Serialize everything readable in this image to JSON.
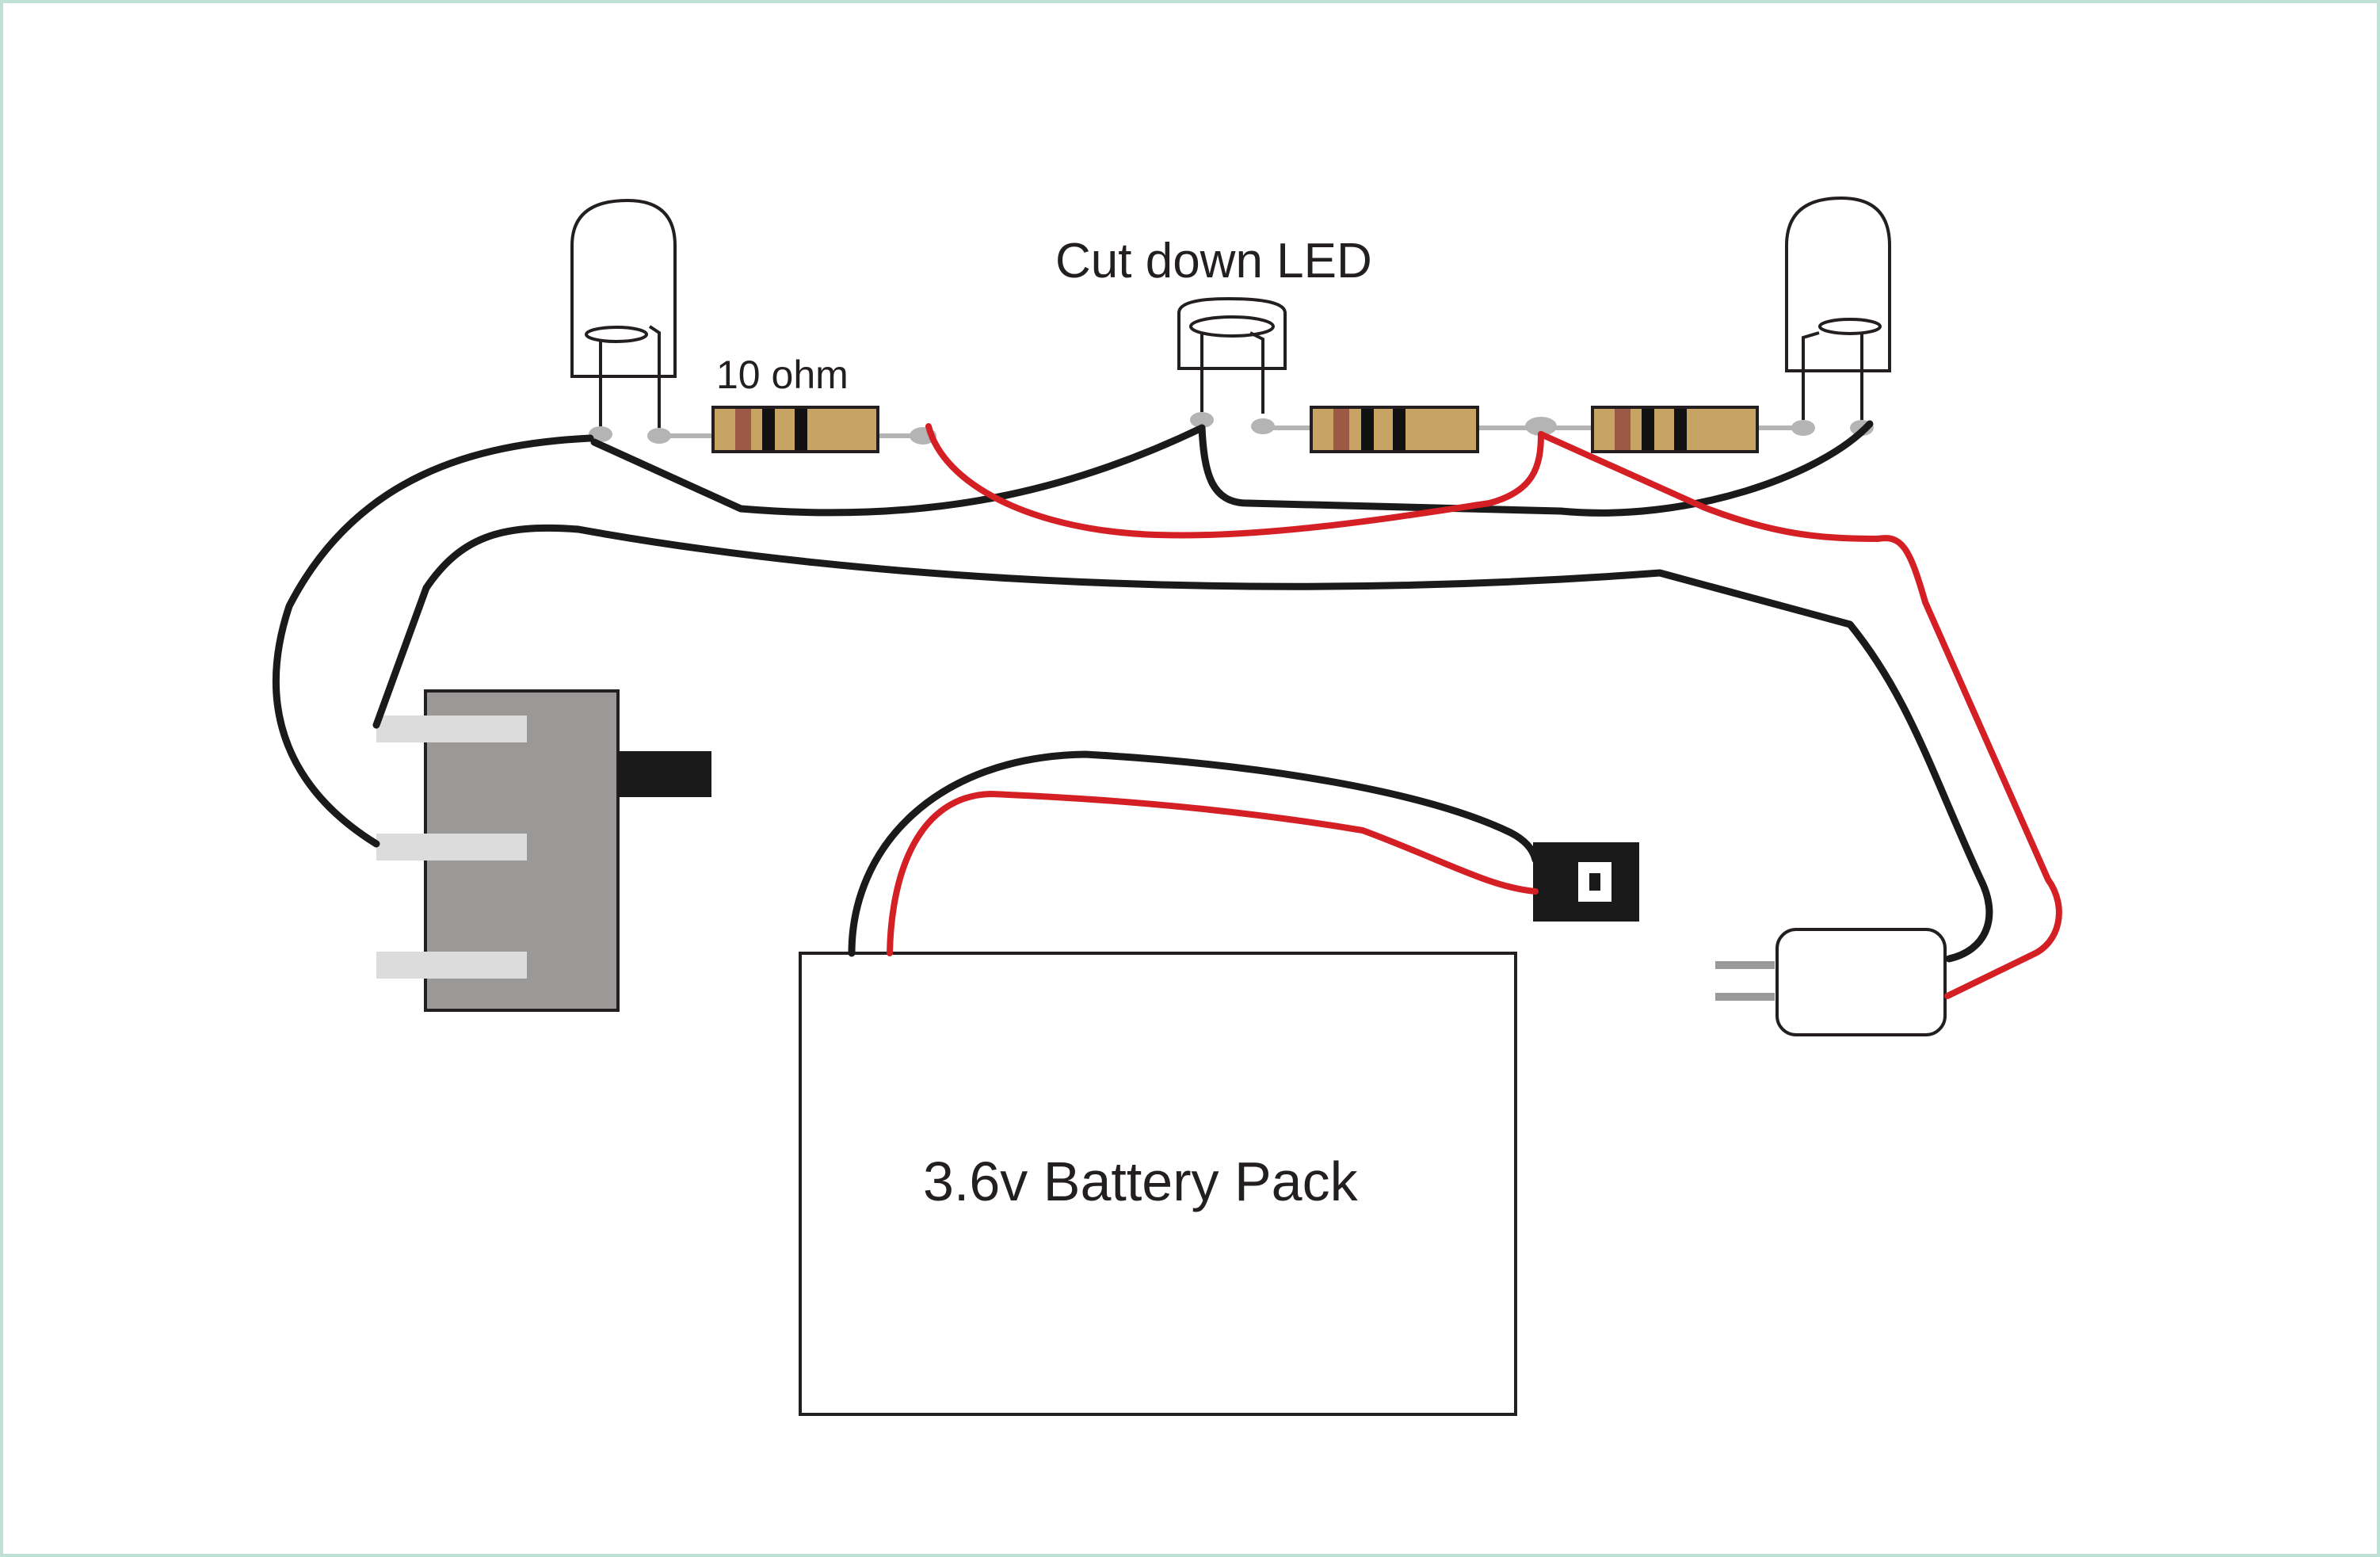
{
  "labels": {
    "cut_down_led": "Cut down LED",
    "resistor_value": "10 ohm",
    "battery": "3.6v Battery Pack"
  },
  "colors": {
    "frame": "#bfe0d4",
    "wire_black": "#1a1a1a",
    "wire_red": "#d42024",
    "lead_gray": "#b4b4b4",
    "resistor_body": "#c8a464",
    "resistor_band_brown": "#9c5a46",
    "resistor_band_black": "#111111",
    "switch_body": "#9b9998",
    "switch_tab": "#dcdcdc",
    "sensor_lead": "#9a9a9a"
  }
}
